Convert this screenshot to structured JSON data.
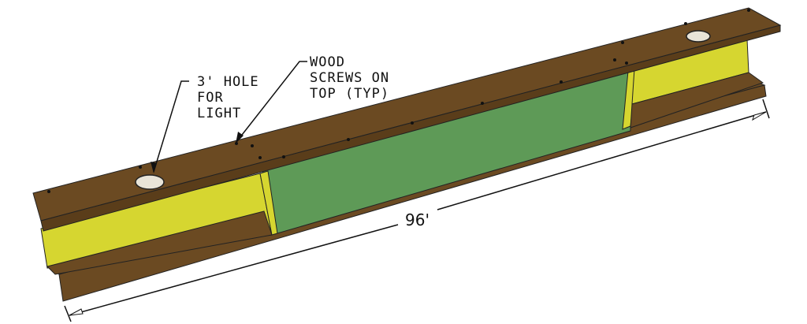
{
  "annotations": {
    "hole_label": [
      "3' HOLE",
      "FOR",
      "LIGHT"
    ],
    "screws_label": [
      "WOOD",
      "SCREWS ON",
      "TOP (TYP)"
    ]
  },
  "dimension": {
    "length_label": "96'"
  },
  "colors": {
    "wood": "#6b4a22",
    "wood_edge": "#4e3415",
    "web": "#d6d630",
    "panel": "#5e9a57"
  }
}
